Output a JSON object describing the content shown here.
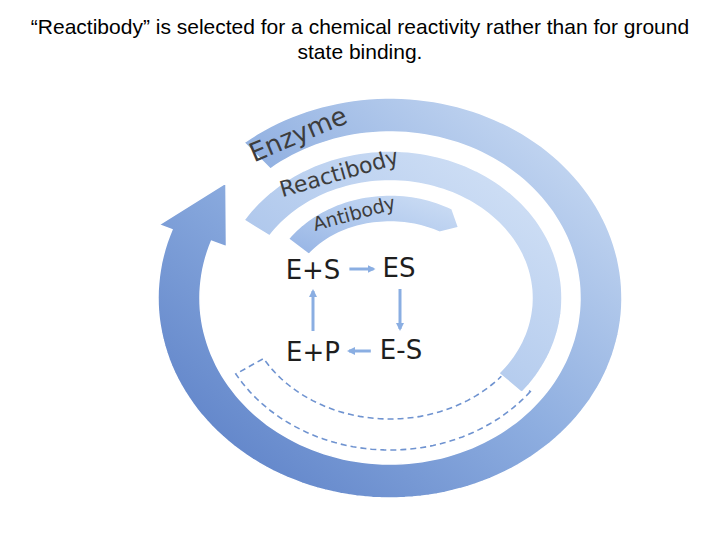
{
  "diagram": {
    "title": "“Reactibody” is selected for a chemical reactivity rather than for ground state binding.",
    "nodes": [
      {
        "text": [
          "Enzyme"
        ]
      },
      {
        "text": [
          "Reactibody"
        ]
      },
      {
        "text": [
          "Antibody"
        ]
      },
      {
        "text": [
          "E+S"
        ]
      },
      {
        "text": [
          "ES"
        ]
      },
      {
        "text": [
          "E-S"
        ]
      },
      {
        "text": [
          "E+P"
        ]
      }
    ],
    "edges": [
      {
        "from": 3,
        "to": 4,
        "arrow": "to"
      },
      {
        "from": 4,
        "to": 5,
        "arrow": "to"
      },
      {
        "from": 5,
        "to": 6,
        "arrow": "to"
      },
      {
        "from": 6,
        "to": 3,
        "arrow": "to"
      }
    ]
  }
}
